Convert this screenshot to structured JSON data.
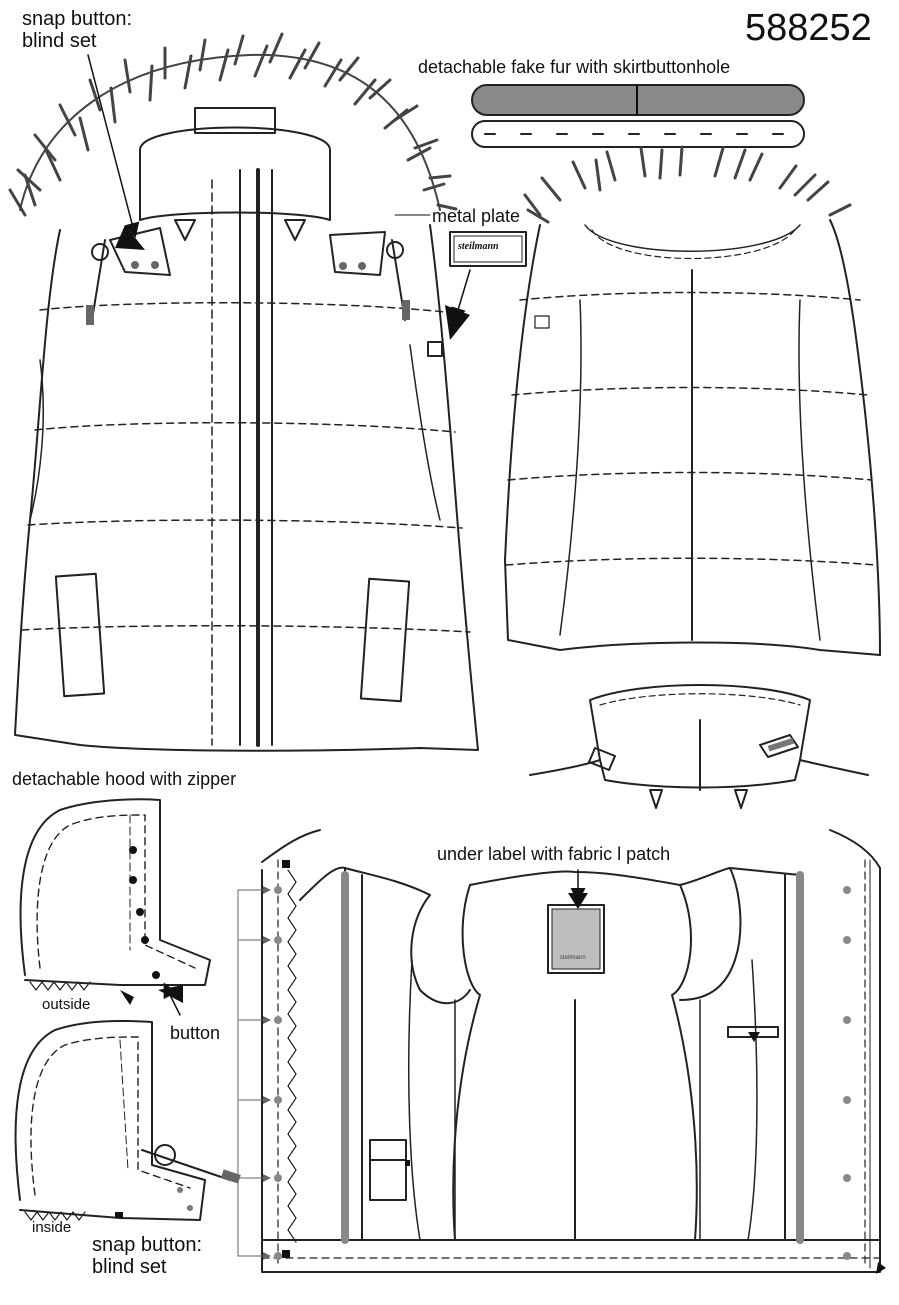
{
  "style_number": "588252",
  "labels": {
    "snap_blind_top": [
      "snap button:",
      "blind set"
    ],
    "metal_plate": "metal plate",
    "plate_brand": "steilmann",
    "fake_fur": "detachable fake fur with skirtbuttonhole",
    "hood_zipper": "detachable hood with zipper",
    "outside": "outside",
    "inside": "inside",
    "button": "button",
    "under_label": "under label with fabric l patch",
    "label_brand": "steilmann",
    "snap_blind_bottom": [
      "snap button:",
      "blind set"
    ]
  },
  "colors": {
    "line": "#222222",
    "fur": "#555555",
    "fill_grey": "#8a8a8a",
    "snap_grey": "#7a7a7a",
    "label_grey": "#bdbdbd"
  },
  "icons": [
    "fur-trim-icon",
    "snap-button-icon",
    "drawcord-toggle-icon",
    "zipper-pull-icon",
    "metal-plate-icon",
    "arrow-icon"
  ]
}
